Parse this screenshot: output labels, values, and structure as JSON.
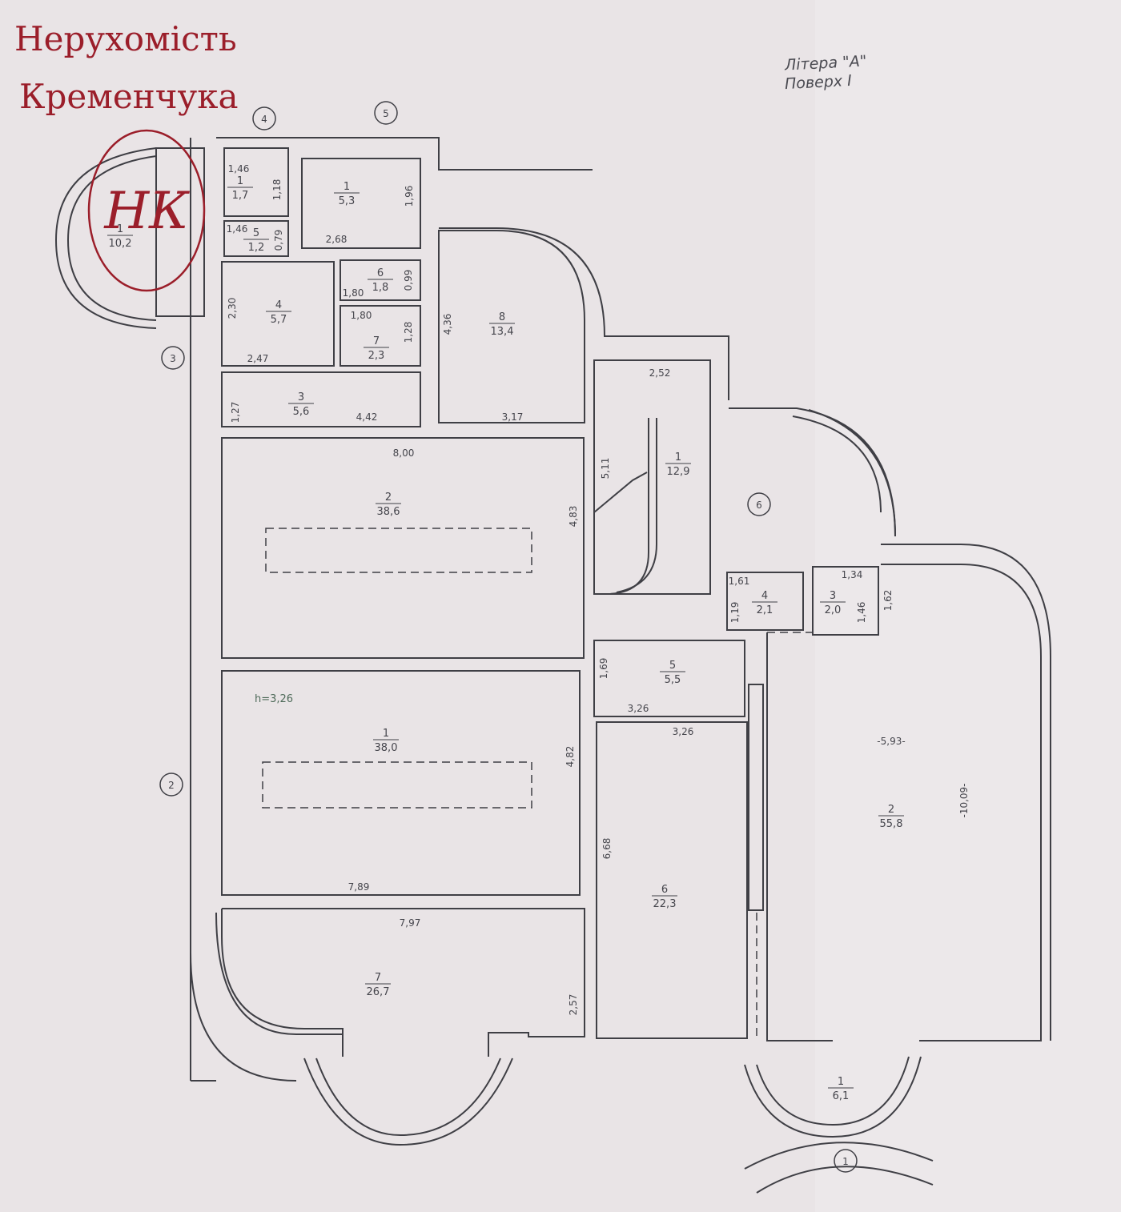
{
  "watermark": {
    "line1": "Нерухомість",
    "line2": "Кременчука",
    "monogram": "НК",
    "color": "#9b1e2a"
  },
  "header": {
    "liter": "Літера \"А\"",
    "floor": "Поверх І"
  },
  "axes": [
    "1",
    "2",
    "3",
    "4",
    "5",
    "6"
  ],
  "height_note": "h=3,26",
  "rooms": [
    {
      "num": "1",
      "area": "10,2"
    },
    {
      "num": "1",
      "area": "1,7"
    },
    {
      "num": "5",
      "area": "1,2"
    },
    {
      "num": "1",
      "area": "5,3"
    },
    {
      "num": "4",
      "area": "5,7"
    },
    {
      "num": "6",
      "area": "1,8"
    },
    {
      "num": "7",
      "area": "2,3"
    },
    {
      "num": "8",
      "area": "13,4"
    },
    {
      "num": "3",
      "area": "5,6"
    },
    {
      "num": "1",
      "area": "12,9"
    },
    {
      "num": "2",
      "area": "38,6"
    },
    {
      "num": "4",
      "area": "2,1"
    },
    {
      "num": "3",
      "area": "2,0"
    },
    {
      "num": "5",
      "area": "5,5"
    },
    {
      "num": "1",
      "area": "38,0"
    },
    {
      "num": "6",
      "area": "22,3"
    },
    {
      "num": "2",
      "area": "55,8"
    },
    {
      "num": "7",
      "area": "26,7"
    },
    {
      "num": "1",
      "area": "6,1"
    }
  ],
  "dimensions": [
    "1,46",
    "1,18",
    "1,46",
    "0,79",
    "1,96",
    "2,68",
    "2,30",
    "1,80",
    "0,99",
    "2,47",
    "1,80",
    "1,28",
    "4,36",
    "1,27",
    "4,42",
    "3,17",
    "2,52",
    "8,00",
    "5,11",
    "4,83",
    "1,61",
    "1,19",
    "1,34",
    "1,46",
    "1,62",
    "1,69",
    "3,26",
    "3,26",
    "-5,93-",
    "-10,09-",
    "4,82",
    "6,68",
    "7,89",
    "7,97",
    "2,57"
  ],
  "colors": {
    "paper": "#e9e4e6",
    "line": "#3f3f45",
    "text": "#45454c",
    "note": "#4f6b5a"
  }
}
